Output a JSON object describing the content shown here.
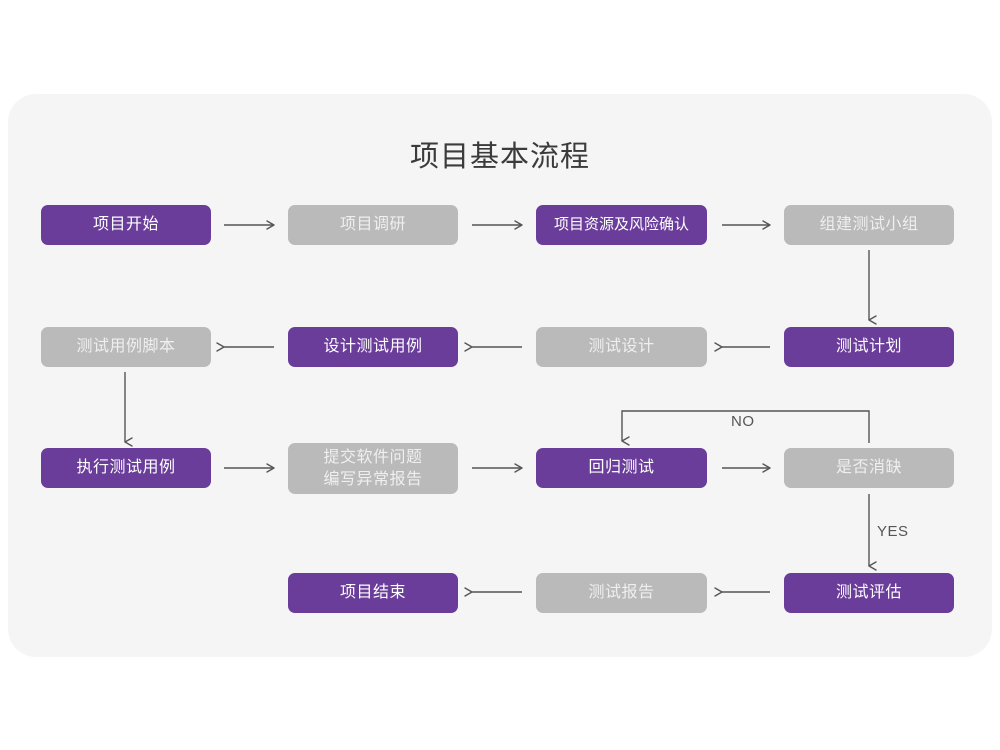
{
  "diagram": {
    "title": "项目基本流程",
    "background_color": "#f5f5f5",
    "page_color": "#ffffff",
    "accent_purple": "#6a3d9a",
    "accent_gray": "#bababa",
    "arrow_color": "#555555"
  },
  "nodes": [
    {
      "id": "n1",
      "label": "项目开始",
      "style": "purple",
      "row": 1,
      "col": 1
    },
    {
      "id": "n2",
      "label": "项目调研",
      "style": "gray",
      "row": 1,
      "col": 2
    },
    {
      "id": "n3",
      "label": "项目资源及风险确认",
      "style": "purple",
      "row": 1,
      "col": 3
    },
    {
      "id": "n4",
      "label": "组建测试小组",
      "style": "gray",
      "row": 1,
      "col": 4
    },
    {
      "id": "n5",
      "label": "测试用例脚本",
      "style": "gray",
      "row": 2,
      "col": 1
    },
    {
      "id": "n6",
      "label": "设计测试用例",
      "style": "purple",
      "row": 2,
      "col": 2
    },
    {
      "id": "n7",
      "label": "测试设计",
      "style": "gray",
      "row": 2,
      "col": 3
    },
    {
      "id": "n8",
      "label": "测试计划",
      "style": "purple",
      "row": 2,
      "col": 4
    },
    {
      "id": "n9",
      "label": "执行测试用例",
      "style": "purple",
      "row": 3,
      "col": 1
    },
    {
      "id": "n10",
      "label": "提交软件问题\n编写异常报告",
      "style": "gray",
      "row": 3,
      "col": 2
    },
    {
      "id": "n11",
      "label": "回归测试",
      "style": "purple",
      "row": 3,
      "col": 3
    },
    {
      "id": "n12",
      "label": "是否消缺",
      "style": "gray",
      "row": 3,
      "col": 4
    },
    {
      "id": "n13",
      "label": "项目结束",
      "style": "purple",
      "row": 4,
      "col": 2
    },
    {
      "id": "n14",
      "label": "测试报告",
      "style": "gray",
      "row": 4,
      "col": 3
    },
    {
      "id": "n15",
      "label": "测试评估",
      "style": "purple",
      "row": 4,
      "col": 4
    }
  ],
  "edge_labels": {
    "no": "NO",
    "yes": "YES"
  }
}
